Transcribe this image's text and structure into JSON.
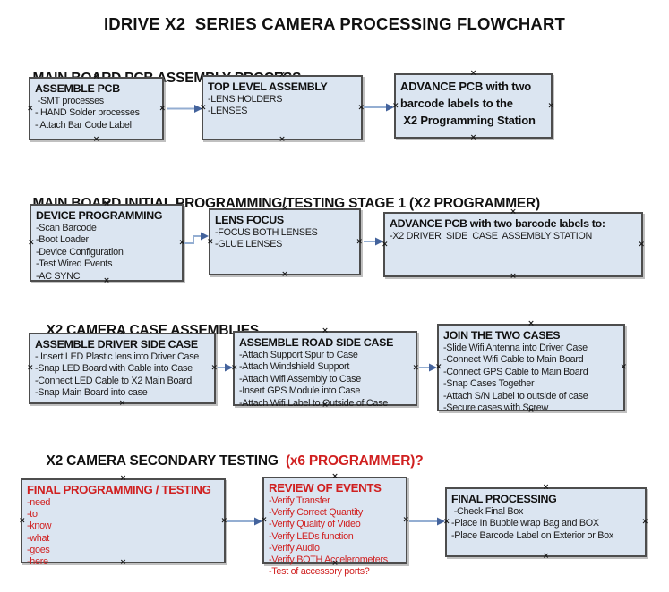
{
  "title": "IDRIVE X2  SERIES CAMERA PROCESSING FLOWCHART",
  "colors": {
    "box_fill": "#dbe5f1",
    "box_border": "#4d4d4d",
    "connector_line": "#94aed2",
    "connector_head": "#44639c",
    "red_text": "#d02020"
  },
  "sections": [
    {
      "heading": "MAIN BOARD PCB ASSEMBLY PROCESS",
      "boxes": [
        {
          "title": "ASSEMBLE PCB",
          "lines": [
            " -SMT processes",
            "- HAND Solder processes",
            "- Attach Bar Code Label"
          ]
        },
        {
          "title": "TOP LEVEL ASSEMBLY",
          "lines": [
            "-LENS HOLDERS",
            "-LENSES"
          ]
        },
        {
          "title": "",
          "lines": [
            "ADVANCE PCB with two",
            "barcode labels to the",
            " X2 Programming Station"
          ]
        }
      ]
    },
    {
      "heading": "MAIN BOARD INITIAL PROGRAMMING/TESTING STAGE 1 (X2 PROGRAMMER)",
      "boxes": [
        {
          "title": "DEVICE PROGRAMMING",
          "lines": [
            "-Scan Barcode",
            "-Boot Loader",
            "-Device Configuration",
            "-Test Wired Events",
            "-AC SYNC"
          ]
        },
        {
          "title": "LENS FOCUS",
          "lines": [
            "-FOCUS BOTH LENSES",
            "-GLUE LENSES"
          ]
        },
        {
          "title": "ADVANCE PCB with two barcode labels to:",
          "lines": [
            "-X2 DRIVER  SIDE  CASE  ASSEMBLY STATION"
          ]
        }
      ]
    },
    {
      "heading": "X2 CAMERA CASE ASSEMBLIES",
      "boxes": [
        {
          "title": "ASSEMBLE DRIVER SIDE CASE",
          "lines": [
            "- Insert LED Plastic lens into Driver Case",
            "-Snap LED Board with Cable into Case",
            "-Connect LED Cable to X2 Main Board",
            "-Snap Main Board into case"
          ]
        },
        {
          "title": "ASSEMBLE ROAD SIDE CASE",
          "lines": [
            "-Attach Support Spur to Case",
            "-Attach Windshield Support",
            "-Attach Wifi Assembly to Case",
            "-Insert GPS Module into Case",
            "-Attach Wifi Label to Outside of Case"
          ]
        },
        {
          "title": "JOIN THE TWO CASES",
          "lines": [
            "-Slide Wifi Antenna into Driver Case",
            "-Connect Wifi Cable to Main Board",
            "-Connect GPS Cable to Main Board",
            "-Snap Cases Together",
            "-Attach S/N Label to outside of case",
            "-Secure cases with Screw"
          ]
        }
      ]
    },
    {
      "heading": "X2 CAMERA SECONDARY TESTING  ",
      "heading_red": "(x6 PROGRAMMER)?",
      "boxes": [
        {
          "title": "FINAL PROGRAMMING / TESTING",
          "lines": [
            "-need",
            "-to",
            "-know",
            "-what",
            "-goes",
            "-here"
          ]
        },
        {
          "title": "REVIEW OF EVENTS",
          "lines": [
            "-Verify Transfer",
            "-Verify Correct Quantity",
            "-Verify Quality of Video",
            "-Verify LEDs function",
            "-Verify Audio",
            "-Verify BOTH Accelerometers"
          ],
          "overflow_line": "-Test of accessory ports?"
        },
        {
          "title": "FINAL PROCESSING",
          "lines": [
            " -Check Final Box",
            "-Place In Bubble wrap Bag and BOX",
            "-Place Barcode Label on Exterior or Box"
          ]
        }
      ]
    }
  ]
}
